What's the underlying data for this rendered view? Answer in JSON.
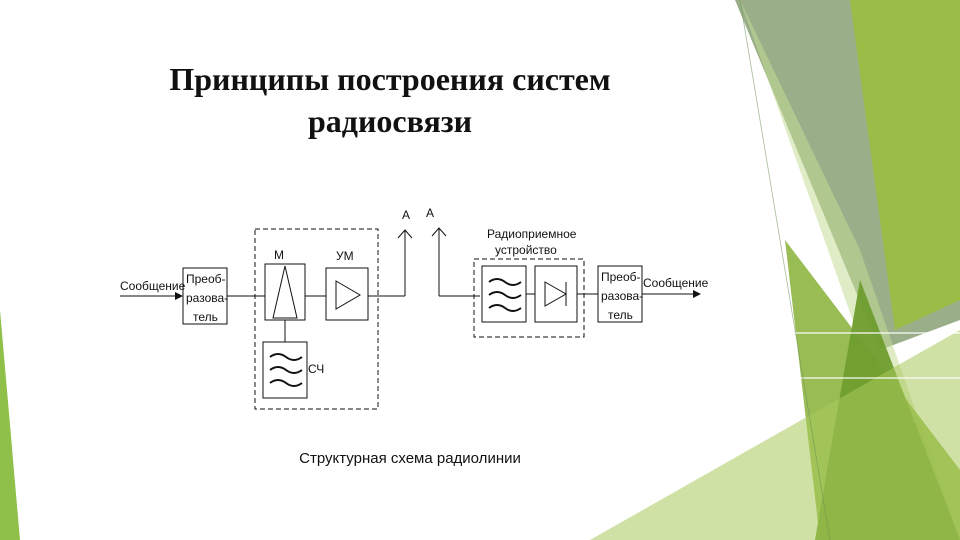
{
  "slide": {
    "title_line1": "Принципы построения систем",
    "title_line2": "радиосвязи",
    "caption": "Структурная схема радиолинии"
  },
  "diagram": {
    "input_message": "Сообщение",
    "converter_tx": [
      "Преоб-",
      "разова-",
      "тель"
    ],
    "modulator_label": "М",
    "amplifier_label": "УМ",
    "oscillator_label": "СЧ",
    "antenna_tx_label": "А",
    "antenna_rx_label": "А",
    "receiver_title": [
      "Радиоприемное",
      "устройство"
    ],
    "converter_rx": [
      "Преоб-",
      "разова-",
      "тель"
    ],
    "output_message": "Сообщение"
  },
  "theme": {
    "accent_light": "#9bc03c",
    "accent_mid": "#7aa63a",
    "accent_gray": "#8fa57c"
  }
}
